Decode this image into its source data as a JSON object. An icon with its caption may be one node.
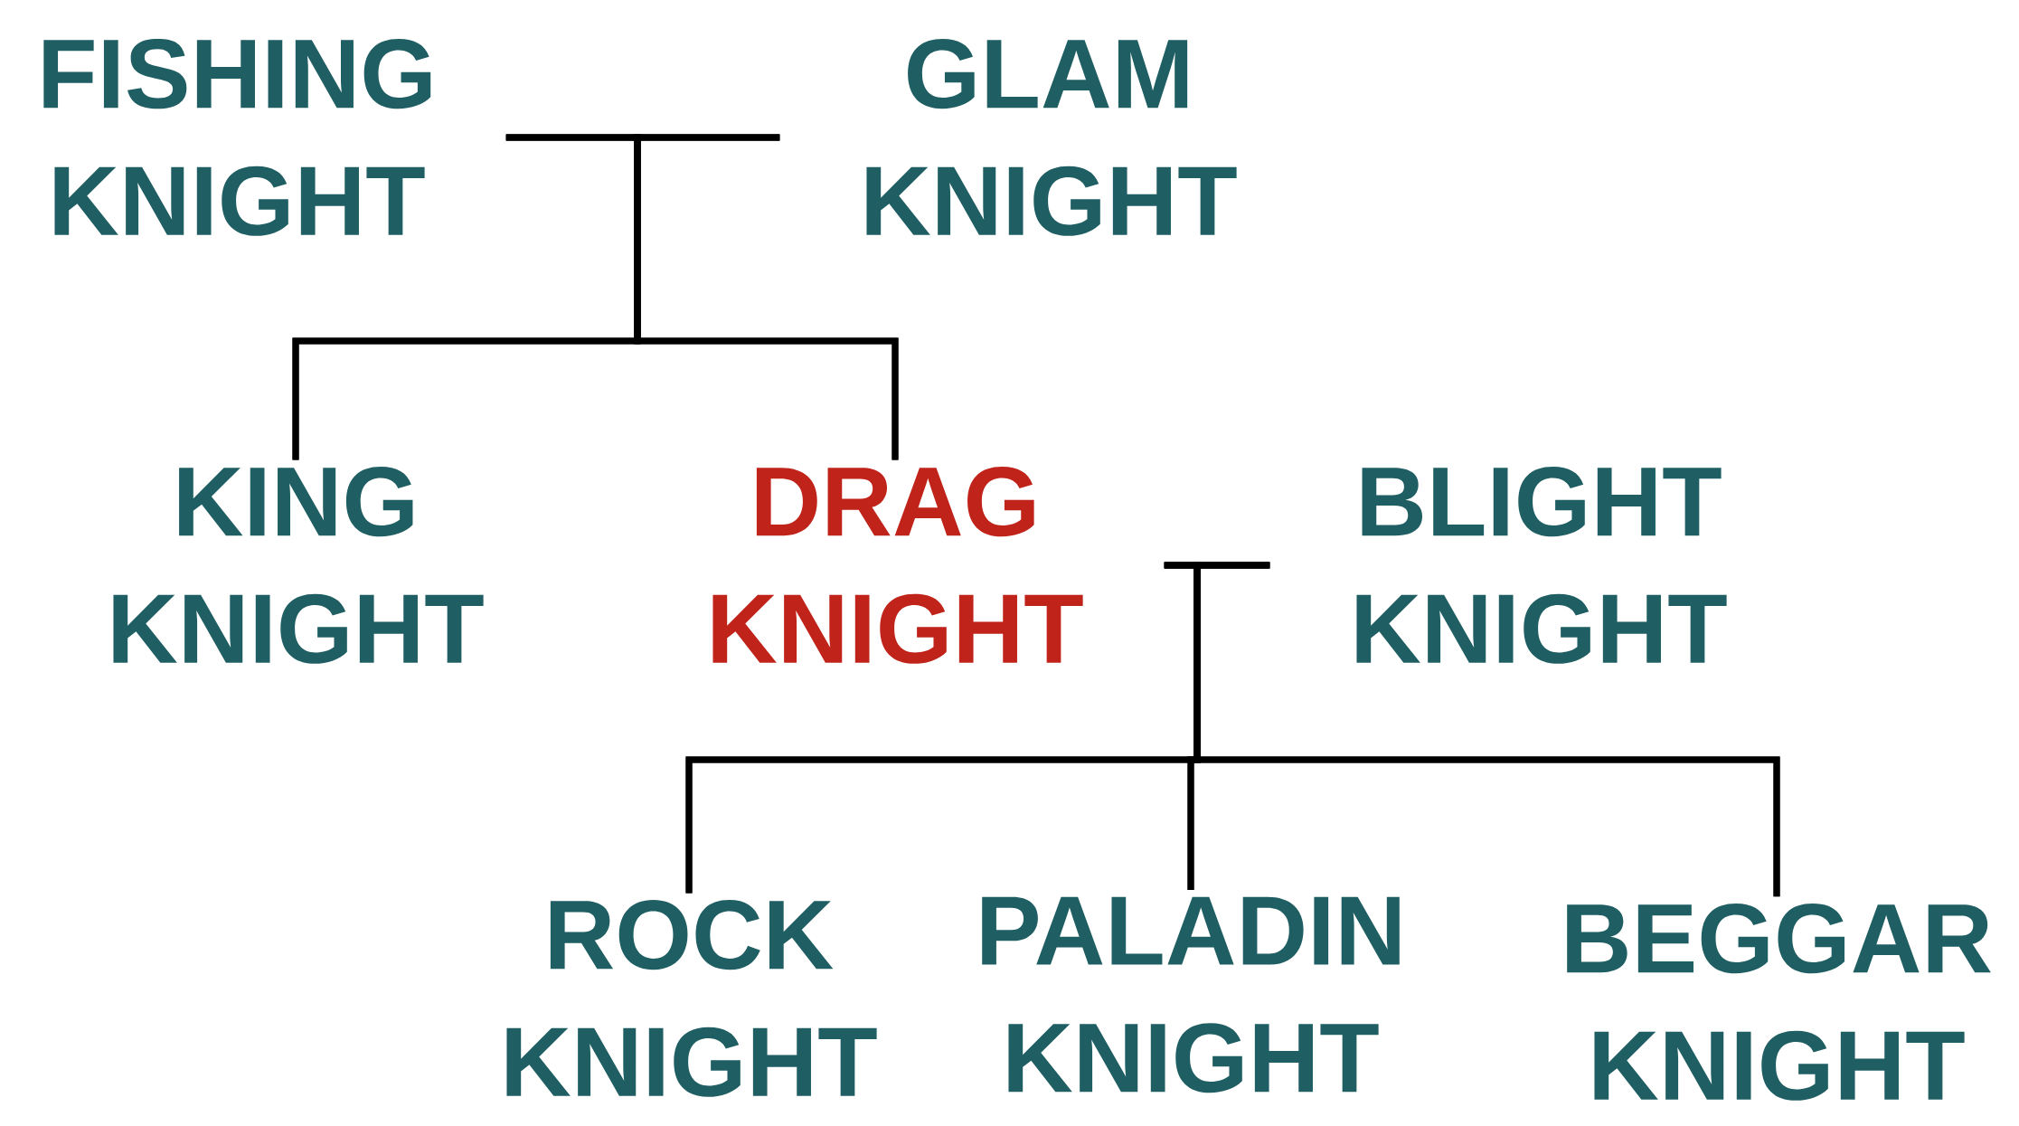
{
  "diagram": {
    "nodes": [
      {
        "text": [
          "FISHING KNIGHT"
        ]
      },
      {
        "text": [
          "GLAM KNIGHT"
        ]
      },
      {
        "text": [
          "KING KNIGHT"
        ]
      },
      {
        "text": [
          "DRAG KNIGHT"
        ]
      },
      {
        "text": [
          "BLIGHT KNIGHT"
        ]
      },
      {
        "text": [
          "ROCK KNIGHT"
        ]
      },
      {
        "text": [
          "PALADIN KNIGHT"
        ]
      },
      {
        "text": [
          "BEGGAR KNIGHT"
        ]
      }
    ],
    "edges": [
      {
        "from": 0,
        "to": 1,
        "arrow": "none"
      },
      {
        "from": 0,
        "to": 2,
        "arrow": "none"
      },
      {
        "from": 0,
        "to": 3,
        "arrow": "none"
      },
      {
        "from": 1,
        "to": 2,
        "arrow": "none"
      },
      {
        "from": 1,
        "to": 3,
        "arrow": "none"
      },
      {
        "from": 3,
        "to": 4,
        "arrow": "none"
      },
      {
        "from": 3,
        "to": 5,
        "arrow": "none"
      },
      {
        "from": 3,
        "to": 6,
        "arrow": "none"
      },
      {
        "from": 3,
        "to": 7,
        "arrow": "none"
      },
      {
        "from": 4,
        "to": 5,
        "arrow": "none"
      },
      {
        "from": 4,
        "to": 6,
        "arrow": "none"
      },
      {
        "from": 4,
        "to": 7,
        "arrow": "none"
      }
    ]
  }
}
